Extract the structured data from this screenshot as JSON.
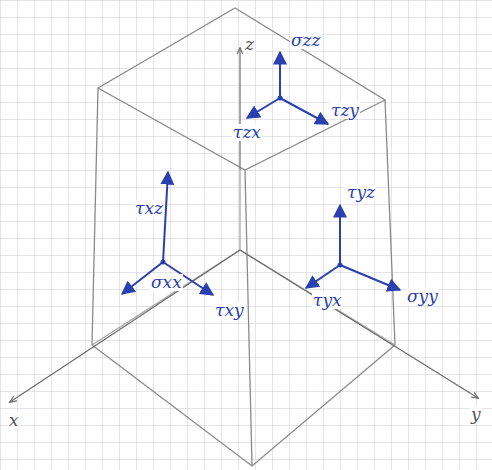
{
  "diagram": {
    "labels": [
      "z",
      "σzz",
      "τzx",
      "τzy",
      "τxz",
      "σxx",
      "τxy",
      "τyz",
      "τyx",
      "σyy",
      "x",
      "y"
    ]
  }
}
